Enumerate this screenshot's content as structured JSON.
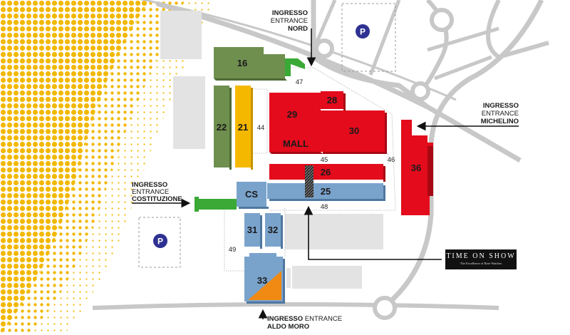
{
  "colors": {
    "green": "#6f8f4f",
    "yellow": "#f5b800",
    "red": "#e30b1c",
    "blue": "#7aa3cc",
    "orange": "#f08a12",
    "entrance_green": "#3aa935",
    "gray_area": "#e3e3e3",
    "road": "#c8c8c8",
    "parking": "#2e3192",
    "dots": "#f2b800"
  },
  "halls": {
    "h16": "16",
    "h22": "22",
    "h21": "21",
    "h29": "29",
    "h28": "28",
    "h30": "30",
    "mall": "MALL",
    "h36": "36",
    "h26": "26",
    "h25": "25",
    "cs": "CS",
    "h31": "31",
    "h32": "32",
    "h33": "33"
  },
  "corridors": {
    "c44": "44",
    "c45": "45",
    "c46": "46",
    "c47": "47",
    "c48": "48",
    "c49": "49"
  },
  "entrances": {
    "nord": {
      "line1": "INGRESSO",
      "line2": "ENTRANCE",
      "line3": "NORD"
    },
    "michelino": {
      "line1": "INGRESSO",
      "line2": "ENTRANCE",
      "line3": "MICHELINO"
    },
    "costituzione": {
      "line1": "INGRESSO",
      "line2": "ENTRANCE",
      "line3": "COSTITUZIONE"
    },
    "aldo_moro": {
      "line1a": "INGRESSO",
      "line1b": " ENTRANCE",
      "line2": "ALDO MORO"
    }
  },
  "parking": {
    "p1": "P",
    "p2": "P"
  },
  "time_on_show": {
    "title": "TIME ON SHOW",
    "subtitle": "The Excellence of Rare Watches"
  }
}
